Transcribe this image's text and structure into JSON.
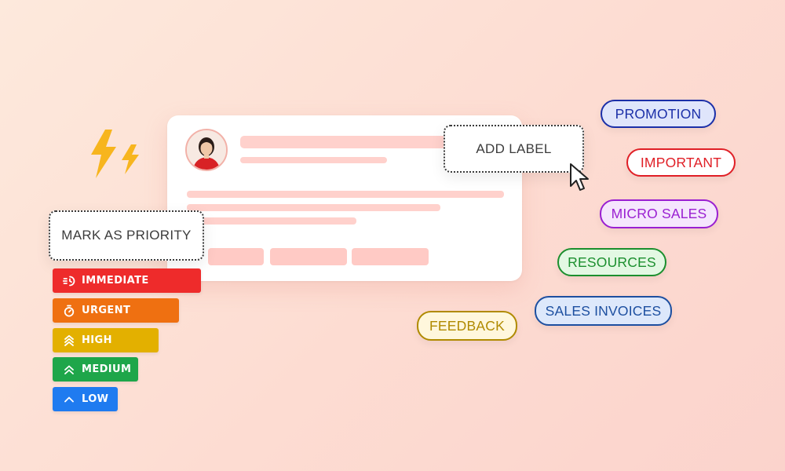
{
  "add_label": "ADD LABEL",
  "mark_as_priority": "MARK AS PRIORITY",
  "priorities": [
    {
      "label": "IMMEDIATE",
      "color": "#ee2b2b",
      "icon": "clock-fast-icon"
    },
    {
      "label": "URGENT",
      "color": "#ef7011",
      "icon": "stopwatch-icon"
    },
    {
      "label": "HIGH",
      "color": "#e3b000",
      "icon": "triple-chevron-up-icon"
    },
    {
      "label": "MEDIUM",
      "color": "#1ea64a",
      "icon": "double-chevron-up-icon"
    },
    {
      "label": "LOW",
      "color": "#1f7bf0",
      "icon": "chevron-up-icon"
    }
  ],
  "tags": [
    {
      "label": "PROMOTION",
      "text": "#1b2fa8",
      "border": "#1b2fa8",
      "bg": "#dfe5fb"
    },
    {
      "label": "IMPORTANT",
      "text": "#e01f26",
      "border": "#e01f26",
      "bg": "#ffffff"
    },
    {
      "label": "MICRO SALES",
      "text": "#9a1fd1",
      "border": "#9a1fd1",
      "bg": "#f5e6fd"
    },
    {
      "label": "RESOURCES",
      "text": "#1b8f2e",
      "border": "#1b8f2e",
      "bg": "#e3f8e3"
    },
    {
      "label": "SALES INVOICES",
      "text": "#1d4fa0",
      "border": "#1d4fa0",
      "bg": "#dde8fb"
    },
    {
      "label": "FEEDBACK",
      "text": "#b08a00",
      "border": "#b08a00",
      "bg": "#fff7dc"
    }
  ]
}
